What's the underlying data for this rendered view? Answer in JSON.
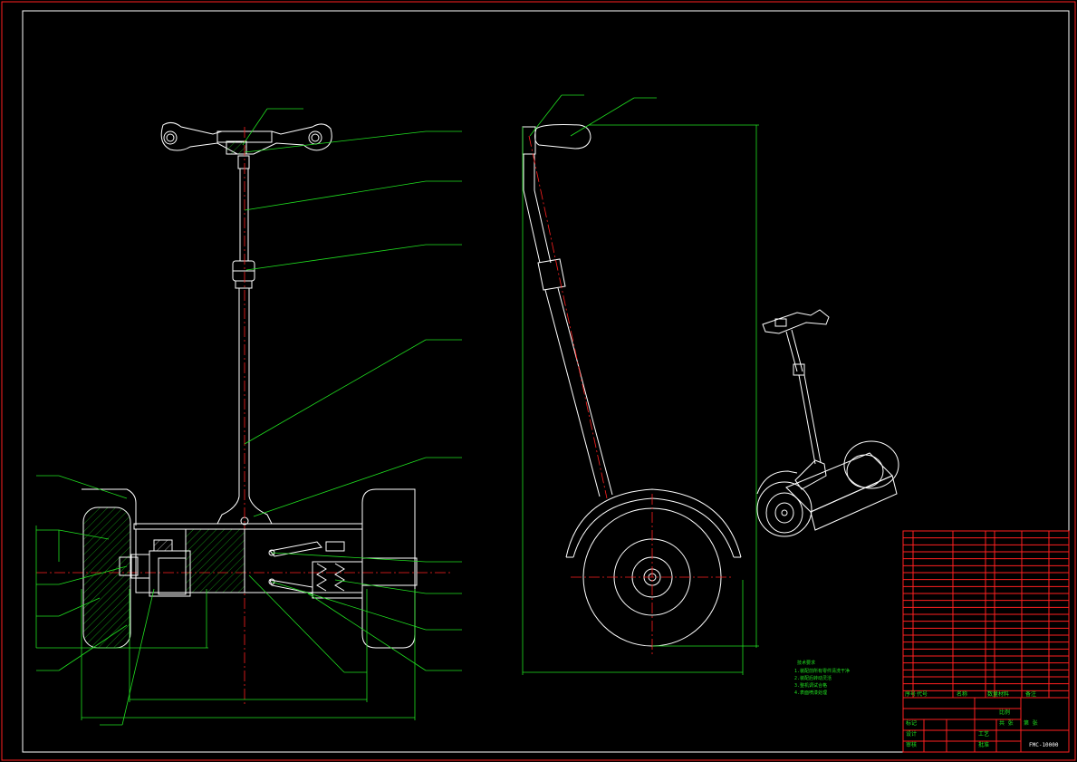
{
  "title_block": {
    "drawing_number": "FMC-10000",
    "row_labels": [
      "标记",
      "设计",
      "审核",
      "工艺",
      "批准"
    ],
    "header_cells": [
      "序号",
      "代号",
      "名称",
      "数量",
      "材料",
      "备注"
    ],
    "bottom_labels": [
      "共 张",
      "第 张",
      "比例"
    ]
  },
  "notes": {
    "heading": "技术要求",
    "lines": [
      "1.装配前所有零件清洗干净",
      "2.装配后转动灵活",
      "3.整机调试合格",
      "4.表面喷漆处理"
    ]
  },
  "colors": {
    "frame": "#ff2020",
    "outline": "#ffffff",
    "dimension": "#20e020",
    "background": "#000000"
  }
}
